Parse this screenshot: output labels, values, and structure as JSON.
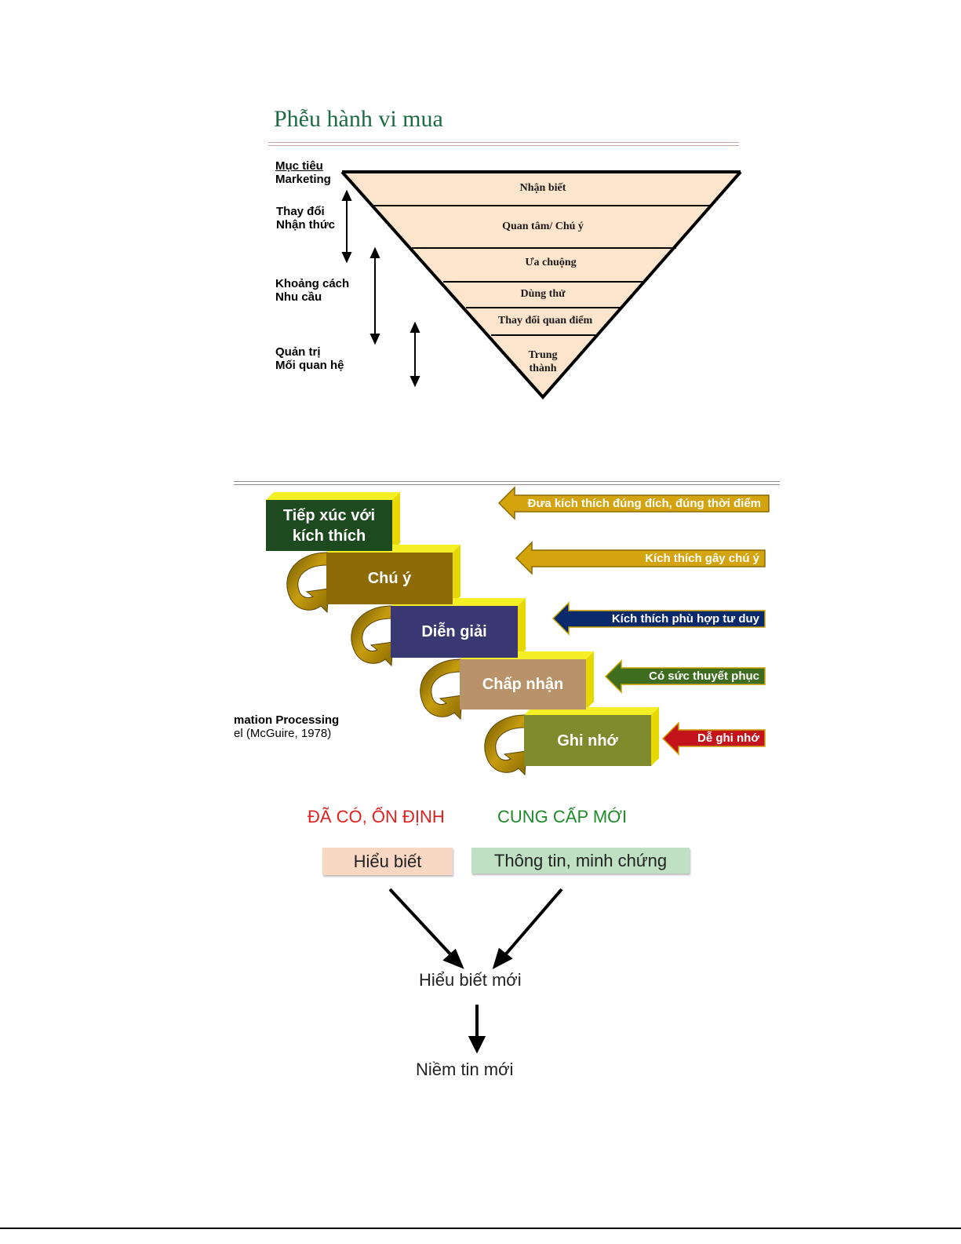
{
  "funnel": {
    "title": "Phễu hành vi mua",
    "side_labels": [
      {
        "line1": "Mục tiêu",
        "line2": "Marketing"
      },
      {
        "line1": "Thay đổi",
        "line2": "Nhận thức"
      },
      {
        "line1": "Khoảng cách",
        "line2": "Nhu cầu"
      },
      {
        "line1": "Quản trị",
        "line2": "Mối quan hệ"
      }
    ],
    "tiers": [
      "Nhận biết",
      "Quan tâm/ Chú ý",
      "Ưa chuộng",
      "Dùng thử",
      "Thay đổi quan điểm",
      "Trung",
      "thành"
    ],
    "colors": {
      "fill": "#fde4cc",
      "line": "#000000",
      "title": "#1d6b45"
    }
  },
  "mcguire": {
    "steps": [
      {
        "line1": "Tiếp xúc với",
        "line2": "kích thích",
        "color": "#1e4a1f"
      },
      {
        "line1": "Chú ý",
        "line2": "",
        "color": "#8e6b07"
      },
      {
        "line1": "Diễn giải",
        "line2": "",
        "color": "#3a3872"
      },
      {
        "line1": "Chấp nhận",
        "line2": "",
        "color": "#b8936a"
      },
      {
        "line1": "Ghi nhớ",
        "line2": "",
        "color": "#7e8a2c"
      }
    ],
    "arrows": [
      {
        "text": "Đưa kích thích đúng đích, đúng thời điểm",
        "color": "#d4a40f"
      },
      {
        "text": "Kích thích gây chú ý",
        "color": "#d4a40f"
      },
      {
        "text": "Kích thích phù hợp tư duy",
        "color": "#0b2a6b"
      },
      {
        "text": "Có sức thuyết phục",
        "color": "#3e6d1f"
      },
      {
        "text": "Dễ ghi nhớ",
        "color": "#c4141b"
      }
    ],
    "caption": {
      "line1": "mation Processing",
      "line2": "el (McGuire, 1978)"
    }
  },
  "belief": {
    "existing_heading": "ĐÃ CÓ, ỔN ĐỊNH",
    "new_heading": "CUNG CẤP MỚI",
    "existing_box": "Hiểu biết",
    "new_box": "Thông tin, minh chứng",
    "result": "Hiểu biết mới",
    "final": "Niềm tin mới",
    "colors": {
      "existing_box": "#f8d7c4",
      "new_box": "#bfe0c3",
      "red": "#e0201e",
      "green": "#1f8a2a"
    }
  }
}
